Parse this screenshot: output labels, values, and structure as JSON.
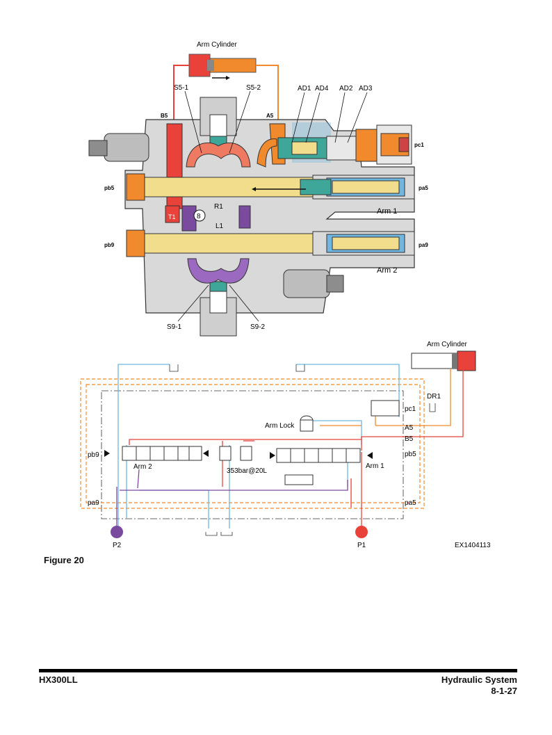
{
  "top_view": {
    "arm_cylinder": "Arm Cylinder",
    "labels": {
      "s5_1": "S5-1",
      "s5_2": "S5-2",
      "ad1": "AD1",
      "ad4": "AD4",
      "ad2": "AD2",
      "ad3": "AD3",
      "b5": "B5",
      "a5": "A5",
      "pc1": "pc1",
      "pb5": "pb5",
      "pa5": "pa5",
      "pb9": "pb9",
      "pa9": "pa9",
      "r1": "R1",
      "l1": "L1",
      "t1": "T1",
      "eight": "8",
      "arm1": "Arm 1",
      "arm2": "Arm 2",
      "s9_1": "S9-1",
      "s9_2": "S9-2"
    }
  },
  "schematic": {
    "arm_cylinder": "Arm Cylinder",
    "arm_lock": "Arm Lock",
    "dr1": "DR1",
    "pc1": "pc1",
    "a5": "A5",
    "b5": "B5",
    "pb5": "pb5",
    "pa5": "pa5",
    "pb9": "pb9",
    "pa9": "pa9",
    "arm1": "Arm 1",
    "arm2": "Arm 2",
    "relief": "353bar@20L",
    "p1": "P1",
    "p2": "P2",
    "code": "EX1404113"
  },
  "colors": {
    "red": "#e8423a",
    "orange": "#f08a2c",
    "purple": "#7a4a9e",
    "blue": "#6fb6e0",
    "yellow": "#f2dd8c",
    "teal": "#3fa79a",
    "gray": "#cfcfcf"
  },
  "caption": "Figure 20",
  "footer": {
    "model": "HX300LL",
    "section": "Hydraulic System",
    "page": "8-1-27"
  }
}
